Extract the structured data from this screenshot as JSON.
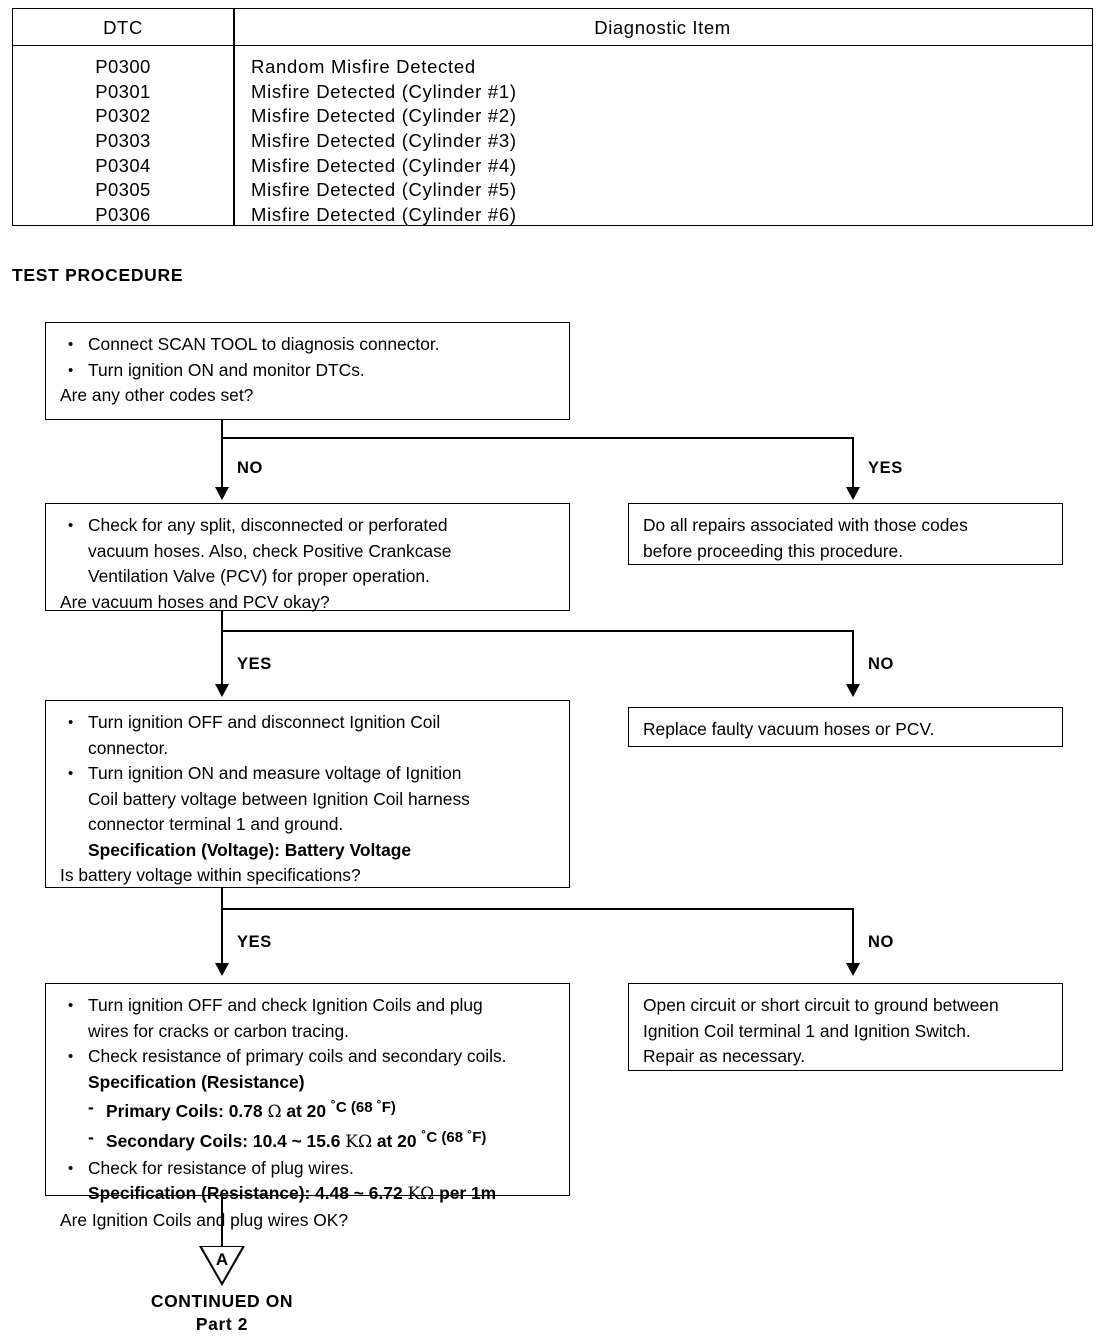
{
  "table": {
    "columns": [
      "DTC",
      "Diagnostic Item"
    ],
    "rows": [
      {
        "code": "P0300",
        "item": "Random Misfire Detected"
      },
      {
        "code": "P0301",
        "item": "Misfire Detected (Cylinder #1)"
      },
      {
        "code": "P0302",
        "item": "Misfire Detected (Cylinder #2)"
      },
      {
        "code": "P0303",
        "item": "Misfire Detected (Cylinder #3)"
      },
      {
        "code": "P0304",
        "item": "Misfire Detected (Cylinder #4)"
      },
      {
        "code": "P0305",
        "item": "Misfire Detected (Cylinder #5)"
      },
      {
        "code": "P0306",
        "item": "Misfire Detected (Cylinder #6)"
      }
    ]
  },
  "section": {
    "title": "TEST PROCEDURE"
  },
  "flow": {
    "step1": {
      "bullet1": "Connect SCAN TOOL to diagnosis connector.",
      "bullet2": "Turn ignition ON and monitor DTCs.",
      "question": "Are any other codes set?"
    },
    "branch1": {
      "left": "NO",
      "right": "YES"
    },
    "step2": {
      "bullet1_line1": "Check for any split, disconnected or perforated",
      "bullet1_line2": "vacuum hoses. Also, check Positive Crankcase",
      "bullet1_line3": "Ventilation Valve (PCV) for proper operation.",
      "question": "Are vacuum hoses and PCV okay?"
    },
    "result1": {
      "line1": "Do all repairs associated with those codes",
      "line2": "before proceeding this procedure."
    },
    "branch2": {
      "left": "YES",
      "right": "NO"
    },
    "step3": {
      "bullet1_line1": "Turn ignition OFF and disconnect Ignition Coil",
      "bullet1_line2": "connector.",
      "bullet2_line1": "Turn ignition ON and measure voltage of Ignition",
      "bullet2_line2": "Coil battery voltage between Ignition Coil harness",
      "bullet2_line3": "connector terminal 1 and ground.",
      "spec": "Specification (Voltage): Battery Voltage",
      "question": "Is battery voltage within specifications?"
    },
    "result2": {
      "line1": "Replace faulty vacuum hoses or PCV."
    },
    "branch3": {
      "left": "YES",
      "right": "NO"
    },
    "step4": {
      "bullet1_line1": "Turn ignition OFF and check Ignition Coils and plug",
      "bullet1_line2": "wires for cracks or carbon tracing.",
      "bullet2_line1": "Check resistance of primary coils and secondary coils.",
      "spec_header": "Specification (Resistance)",
      "primary_label": "Primary Coils: 0.78 ",
      "primary_ohm": "Ω",
      "primary_rest": " at 20 ",
      "primary_c": "˚C (68 ",
      "primary_f": "˚F)",
      "secondary_label": "Secondary Coils: 10.4 ~ 15.6 ",
      "secondary_ohm": "KΩ",
      "secondary_rest": " at 20 ",
      "secondary_c": "˚C (68 ",
      "secondary_f": "˚F)",
      "bullet3": "Check for resistance of plug wires.",
      "spec2_prefix": "Specification (Resistance): 4.48 ~ 6.72 ",
      "spec2_ohm": "KΩ",
      "spec2_suffix": " per 1m",
      "question": "Are Ignition Coils and plug wires OK?"
    },
    "result3": {
      "line1": "Open circuit or short circuit to ground between",
      "line2": "Ignition Coil terminal 1 and Ignition Switch.",
      "line3": "Repair as necessary."
    },
    "continuation": {
      "marker": "A",
      "line1": "CONTINUED ON",
      "line2": "Part 2"
    }
  }
}
